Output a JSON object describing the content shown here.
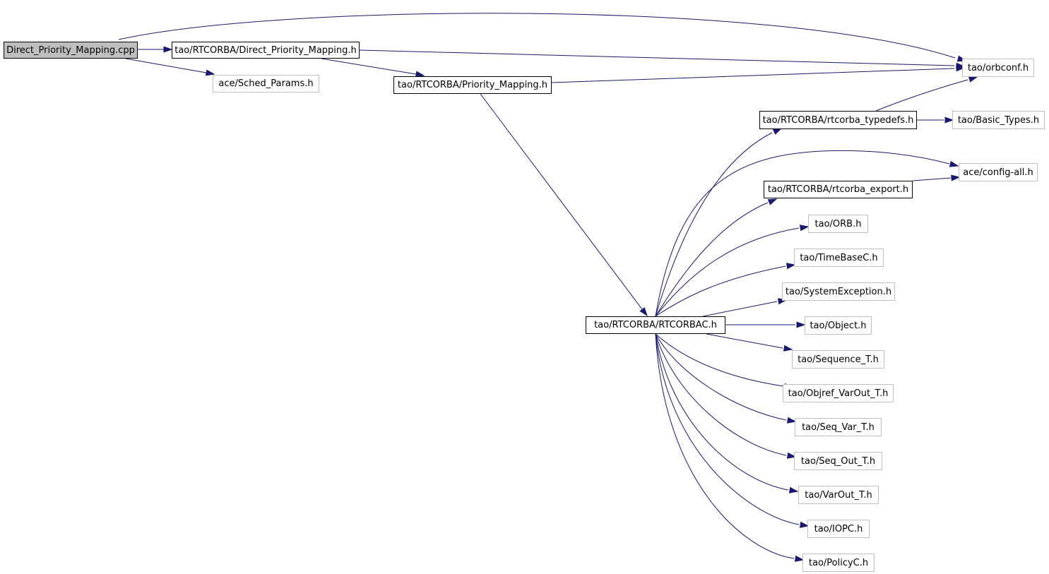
{
  "graph": {
    "title": "",
    "colors": {
      "edge": "#191970",
      "root_fill": "#bfbfbf",
      "solid_border": "#000000",
      "faint_border": "#bfbfbf"
    },
    "nodes": {
      "direct_priority_mapping_cpp": "Direct_Priority_Mapping.cpp",
      "direct_priority_mapping_h": "tao/RTCORBA/Direct_Priority_Mapping.h",
      "sched_params_h": "ace/Sched_Params.h",
      "priority_mapping_h": "tao/RTCORBA/Priority_Mapping.h",
      "orbconf_h": "tao/orbconf.h",
      "rtcorba_typedefs_h": "tao/RTCORBA/rtcorba_typedefs.h",
      "basic_types_h": "tao/Basic_Types.h",
      "config_all_h": "ace/config-all.h",
      "rtcorba_export_h": "tao/RTCORBA/rtcorba_export.h",
      "orb_h": "tao/ORB.h",
      "timebasec_h": "tao/TimeBaseC.h",
      "systemexception_h": "tao/SystemException.h",
      "rtcorbac_h": "tao/RTCORBA/RTCORBAC.h",
      "object_h": "tao/Object.h",
      "sequence_t_h": "tao/Sequence_T.h",
      "objref_varout_t_h": "tao/Objref_VarOut_T.h",
      "seq_var_t_h": "tao/Seq_Var_T.h",
      "seq_out_t_h": "tao/Seq_Out_T.h",
      "varout_t_h": "tao/VarOut_T.h",
      "iopc_h": "tao/IOPC.h",
      "policyc_h": "tao/PolicyC.h"
    },
    "edges": [
      [
        "direct_priority_mapping_cpp",
        "direct_priority_mapping_h"
      ],
      [
        "direct_priority_mapping_cpp",
        "orbconf_h"
      ],
      [
        "direct_priority_mapping_cpp",
        "sched_params_h"
      ],
      [
        "direct_priority_mapping_h",
        "orbconf_h"
      ],
      [
        "direct_priority_mapping_h",
        "priority_mapping_h"
      ],
      [
        "priority_mapping_h",
        "orbconf_h"
      ],
      [
        "priority_mapping_h",
        "rtcorbac_h"
      ],
      [
        "rtcorba_typedefs_h",
        "orbconf_h"
      ],
      [
        "rtcorba_typedefs_h",
        "basic_types_h"
      ],
      [
        "rtcorba_export_h",
        "config_all_h"
      ],
      [
        "rtcorbac_h",
        "rtcorba_typedefs_h"
      ],
      [
        "rtcorbac_h",
        "config_all_h"
      ],
      [
        "rtcorbac_h",
        "rtcorba_export_h"
      ],
      [
        "rtcorbac_h",
        "orb_h"
      ],
      [
        "rtcorbac_h",
        "timebasec_h"
      ],
      [
        "rtcorbac_h",
        "systemexception_h"
      ],
      [
        "rtcorbac_h",
        "object_h"
      ],
      [
        "rtcorbac_h",
        "sequence_t_h"
      ],
      [
        "rtcorbac_h",
        "objref_varout_t_h"
      ],
      [
        "rtcorbac_h",
        "seq_var_t_h"
      ],
      [
        "rtcorbac_h",
        "seq_out_t_h"
      ],
      [
        "rtcorbac_h",
        "varout_t_h"
      ],
      [
        "rtcorbac_h",
        "iopc_h"
      ],
      [
        "rtcorbac_h",
        "policyc_h"
      ]
    ]
  }
}
